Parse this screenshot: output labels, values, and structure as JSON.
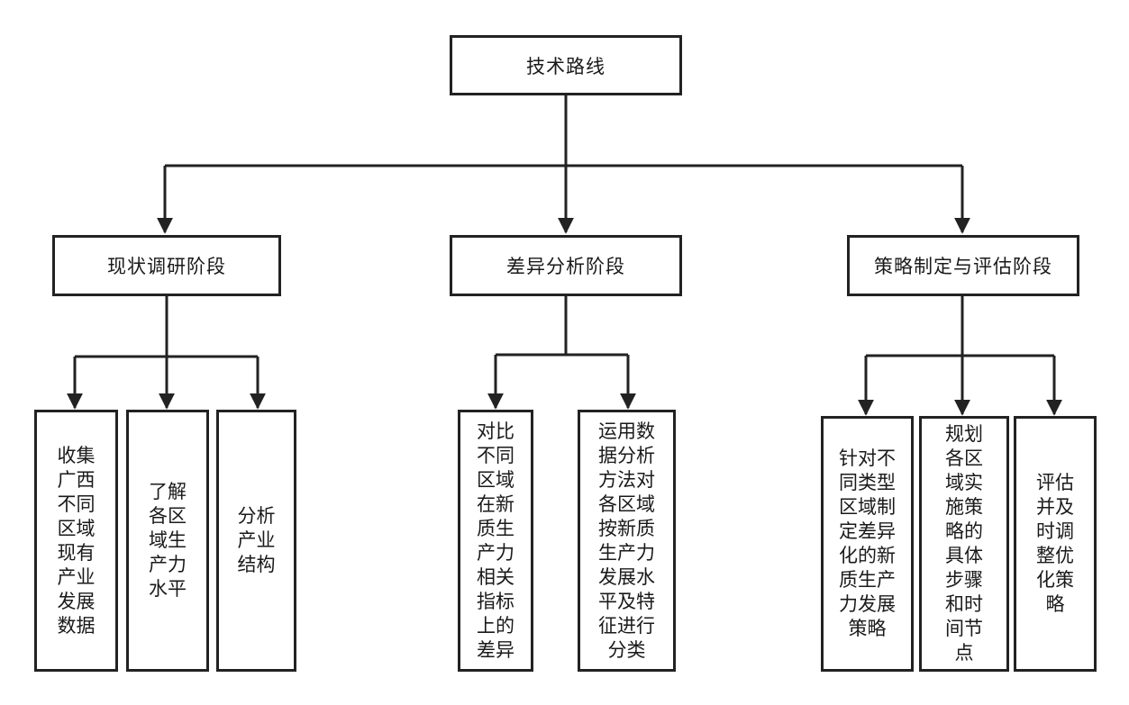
{
  "diagram": {
    "root": "技术路线",
    "phases": [
      {
        "label": "现状调研阶段",
        "steps": [
          "收集\n广西\n不同\n区域\n现有\n产业\n发展\n数据",
          "了解\n各区\n域生\n产力\n水平",
          "分析\n产业\n结构"
        ]
      },
      {
        "label": "差异分析阶段",
        "steps": [
          "对比\n不同\n区域\n在新\n质生\n产力\n相关\n指标\n上的\n差异",
          "运用数\n据分析\n方法对\n各区域\n按新质\n生产力\n发展水\n平及特\n征进行\n分类"
        ]
      },
      {
        "label": "策略制定与评估阶段",
        "steps": [
          "针对不\n同类型\n区域制\n定差异\n化的新\n质生产\n力发展\n策略",
          "规划\n各区\n域实\n施策\n略的\n具体\n步骤\n和时\n间节\n点",
          "评估\n并及\n时调\n整优\n化策\n略"
        ]
      }
    ]
  }
}
